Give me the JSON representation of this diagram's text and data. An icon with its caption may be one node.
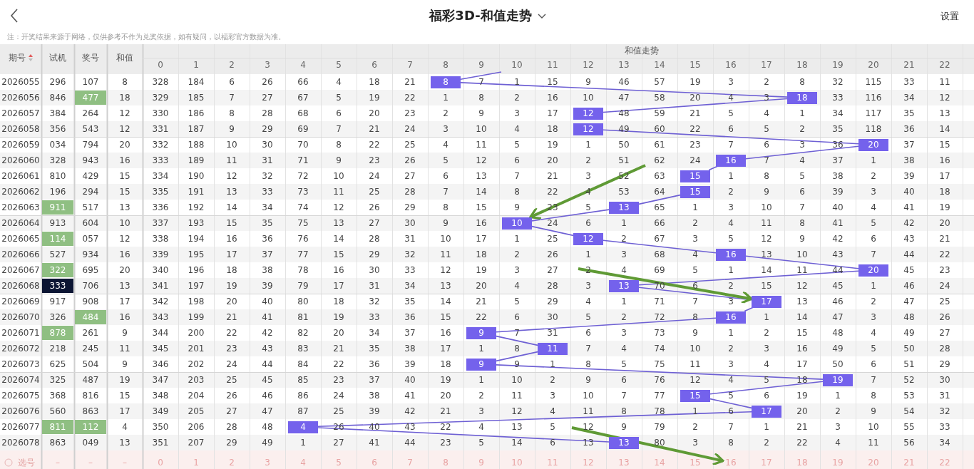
{
  "diagram": {
    "title": "福彩3D-和值走势",
    "nodes": [
      {
        "text": [
          "8"
        ]
      },
      {
        "text": [
          "18"
        ]
      },
      {
        "text": [
          "12"
        ]
      },
      {
        "text": [
          "12"
        ]
      },
      {
        "text": [
          "20"
        ]
      },
      {
        "text": [
          "16"
        ]
      },
      {
        "text": [
          "15"
        ]
      },
      {
        "text": [
          "15"
        ]
      },
      {
        "text": [
          "13"
        ]
      },
      {
        "text": [
          "10"
        ]
      },
      {
        "text": [
          "12"
        ]
      },
      {
        "text": [
          "16"
        ]
      },
      {
        "text": [
          "20"
        ]
      },
      {
        "text": [
          "13"
        ]
      },
      {
        "text": [
          "17"
        ]
      },
      {
        "text": [
          "16"
        ]
      },
      {
        "text": [
          "9"
        ]
      },
      {
        "text": [
          "11"
        ]
      },
      {
        "text": [
          "9"
        ]
      },
      {
        "text": [
          "19"
        ]
      },
      {
        "text": [
          "15"
        ]
      },
      {
        "text": [
          "17"
        ]
      },
      {
        "text": [
          "4"
        ]
      },
      {
        "text": [
          "13"
        ]
      },
      {
        "text": [
          "16"
        ]
      }
    ],
    "edges": [
      {
        "from": null,
        "to": 0,
        "arrow": "none"
      },
      {
        "from": 0,
        "to": 1,
        "arrow": "none"
      },
      {
        "from": 1,
        "to": 2,
        "arrow": "none"
      },
      {
        "from": 3,
        "to": 4,
        "arrow": "none"
      },
      {
        "from": 4,
        "to": 5,
        "arrow": "none"
      },
      {
        "from": 5,
        "to": 6,
        "arrow": "none"
      },
      {
        "from": 7,
        "to": 8,
        "arrow": "none"
      },
      {
        "from": 8,
        "to": 9,
        "arrow": "none"
      },
      {
        "from": 9,
        "to": 10,
        "arrow": "none"
      },
      {
        "from": 10,
        "to": 11,
        "arrow": "none"
      },
      {
        "from": 11,
        "to": 12,
        "arrow": "none"
      },
      {
        "from": 12,
        "to": 13,
        "arrow": "none"
      },
      {
        "from": 13,
        "to": 14,
        "arrow": "none"
      },
      {
        "from": 14,
        "to": 15,
        "arrow": "none"
      },
      {
        "from": 15,
        "to": 16,
        "arrow": "none"
      },
      {
        "from": 16,
        "to": 17,
        "arrow": "none"
      },
      {
        "from": 17,
        "to": 18,
        "arrow": "none"
      },
      {
        "from": 18,
        "to": 19,
        "arrow": "none"
      },
      {
        "from": 19,
        "to": 20,
        "arrow": "none"
      },
      {
        "from": 20,
        "to": 21,
        "arrow": "none"
      },
      {
        "from": 21,
        "to": 22,
        "arrow": "none"
      },
      {
        "from": 22,
        "to": 23,
        "arrow": "none"
      },
      {
        "from": null,
        "to": 9,
        "arrow": "to",
        "style": "thick",
        "color": "#5f9a35"
      },
      {
        "from": null,
        "to": 14,
        "arrow": "to",
        "style": "thick",
        "color": "#5f9a35"
      },
      {
        "from": null,
        "to": 24,
        "arrow": "to",
        "style": "thick",
        "color": "#5f9a35"
      }
    ],
    "labels": [
      "设置",
      "注：开奖结果来源于网络，仅供参考不作为兑奖依据，如有疑问，以福彩官方数据为准。",
      "期号",
      "试机",
      "奖号",
      "和值",
      "和值走势",
      "0",
      "1",
      "2",
      "3",
      "4",
      "5",
      "6",
      "7",
      "8",
      "9",
      "10",
      "11",
      "12",
      "13",
      "14",
      "15",
      "16",
      "17",
      "18",
      "19",
      "20",
      "21",
      "22",
      "2026055",
      "296",
      "107",
      "8",
      "328",
      "184",
      "6",
      "26",
      "66",
      "4",
      "18",
      "21",
      "7",
      "1",
      "15",
      "9",
      "46",
      "57",
      "19",
      "3",
      "2",
      "8",
      "32",
      "115",
      "33",
      "11",
      "2026056",
      "846",
      "477",
      "18",
      "329",
      "185",
      "7",
      "27",
      "67",
      "5",
      "19",
      "22",
      "1",
      "8",
      "2",
      "16",
      "10",
      "47",
      "58",
      "20",
      "4",
      "3",
      "33",
      "116",
      "34",
      "12",
      "2026057",
      "384",
      "264",
      "12",
      "330",
      "186",
      "8",
      "28",
      "68",
      "6",
      "20",
      "23",
      "2",
      "9",
      "3",
      "17",
      "48",
      "59",
      "21",
      "5",
      "4",
      "1",
      "34",
      "117",
      "35",
      "13",
      "2026058",
      "356",
      "543",
      "12",
      "331",
      "187",
      "9",
      "29",
      "69",
      "7",
      "21",
      "24",
      "3",
      "10",
      "4",
      "18",
      "49",
      "60",
      "22",
      "6",
      "5",
      "2",
      "35",
      "118",
      "36",
      "14",
      "2026059",
      "034",
      "794",
      "20",
      "332",
      "188",
      "10",
      "30",
      "70",
      "8",
      "22",
      "25",
      "4",
      "11",
      "5",
      "19",
      "1",
      "50",
      "61",
      "23",
      "7",
      "6",
      "3",
      "36",
      "37",
      "15",
      "2026060",
      "328",
      "943",
      "16",
      "333",
      "189",
      "11",
      "31",
      "71",
      "9",
      "23",
      "26",
      "5",
      "12",
      "6",
      "20",
      "2",
      "51",
      "62",
      "24",
      "7",
      "4",
      "37",
      "1",
      "38",
      "16",
      "2026061",
      "810",
      "429",
      "15",
      "334",
      "190",
      "12",
      "32",
      "72",
      "10",
      "24",
      "27",
      "6",
      "13",
      "7",
      "21",
      "3",
      "52",
      "63",
      "1",
      "8",
      "5",
      "38",
      "2",
      "39",
      "17",
      "2026062",
      "196",
      "294",
      "15",
      "335",
      "191",
      "13",
      "33",
      "73",
      "11",
      "25",
      "28",
      "7",
      "14",
      "8",
      "22",
      "4",
      "53",
      "64",
      "2",
      "9",
      "6",
      "39",
      "3",
      "40",
      "18",
      "2026063",
      "911",
      "517",
      "13",
      "336",
      "192",
      "14",
      "34",
      "74",
      "12",
      "26",
      "29",
      "8",
      "15",
      "9",
      "23",
      "5",
      "65",
      "1",
      "3",
      "10",
      "7",
      "40",
      "4",
      "41",
      "19",
      "2026064",
      "913",
      "604",
      "10",
      "337",
      "193",
      "15",
      "35",
      "75",
      "13",
      "27",
      "30",
      "9",
      "16",
      "24",
      "6",
      "1",
      "66",
      "2",
      "4",
      "11",
      "8",
      "41",
      "5",
      "42",
      "20",
      "2026065",
      "114",
      "057",
      "12",
      "338",
      "194",
      "16",
      "36",
      "76",
      "14",
      "28",
      "31",
      "10",
      "17",
      "1",
      "25",
      "2",
      "67",
      "3",
      "5",
      "12",
      "9",
      "42",
      "6",
      "43",
      "21",
      "2026066",
      "527",
      "934",
      "16",
      "339",
      "195",
      "17",
      "37",
      "77",
      "15",
      "29",
      "32",
      "11",
      "18",
      "2",
      "26",
      "1",
      "3",
      "68",
      "4",
      "13",
      "10",
      "43",
      "7",
      "44",
      "22",
      "2026067",
      "322",
      "695",
      "20",
      "340",
      "196",
      "18",
      "38",
      "78",
      "16",
      "30",
      "33",
      "12",
      "19",
      "3",
      "27",
      "2",
      "4",
      "69",
      "5",
      "1",
      "14",
      "11",
      "44",
      "45",
      "23",
      "2026068",
      "333",
      "706",
      "13",
      "341",
      "197",
      "19",
      "39",
      "79",
      "17",
      "31",
      "34",
      "13",
      "20",
      "4",
      "28",
      "3",
      "70",
      "6",
      "2",
      "15",
      "12",
      "45",
      "1",
      "46",
      "24",
      "2026069",
      "917",
      "908",
      "17",
      "342",
      "198",
      "20",
      "40",
      "80",
      "18",
      "32",
      "35",
      "14",
      "21",
      "5",
      "29",
      "4",
      "1",
      "71",
      "7",
      "3",
      "13",
      "46",
      "2",
      "47",
      "25",
      "2026070",
      "326",
      "484",
      "16",
      "343",
      "199",
      "21",
      "41",
      "81",
      "19",
      "33",
      "36",
      "15",
      "22",
      "6",
      "30",
      "5",
      "2",
      "72",
      "8",
      "1",
      "14",
      "47",
      "3",
      "48",
      "26",
      "2026071",
      "878",
      "261",
      "9",
      "344",
      "200",
      "22",
      "42",
      "82",
      "20",
      "34",
      "37",
      "16",
      "7",
      "31",
      "6",
      "3",
      "73",
      "9",
      "1",
      "2",
      "15",
      "48",
      "4",
      "49",
      "27",
      "2026072",
      "218",
      "245",
      "11",
      "345",
      "201",
      "23",
      "43",
      "83",
      "21",
      "35",
      "38",
      "17",
      "1",
      "8",
      "7",
      "4",
      "74",
      "10",
      "2",
      "3",
      "16",
      "49",
      "5",
      "50",
      "28",
      "2026073",
      "625",
      "504",
      "9",
      "346",
      "202",
      "24",
      "44",
      "84",
      "22",
      "36",
      "39",
      "18",
      "9",
      "1",
      "8",
      "5",
      "75",
      "11",
      "3",
      "4",
      "17",
      "50",
      "6",
      "51",
      "29",
      "2026074",
      "325",
      "487",
      "19",
      "347",
      "203",
      "25",
      "45",
      "85",
      "23",
      "37",
      "40",
      "19",
      "1",
      "10",
      "2",
      "9",
      "6",
      "76",
      "12",
      "4",
      "5",
      "18",
      "7",
      "52",
      "30",
      "2026075",
      "368",
      "816",
      "15",
      "348",
      "204",
      "26",
      "46",
      "86",
      "24",
      "38",
      "41",
      "20",
      "2",
      "11",
      "3",
      "10",
      "7",
      "77",
      "5",
      "6",
      "19",
      "1",
      "8",
      "53",
      "31",
      "2026076",
      "560",
      "863",
      "17",
      "349",
      "205",
      "27",
      "47",
      "87",
      "25",
      "39",
      "42",
      "21",
      "3",
      "12",
      "4",
      "11",
      "8",
      "78",
      "1",
      "6",
      "20",
      "2",
      "9",
      "54",
      "32",
      "2026077",
      "811",
      "112",
      "4",
      "350",
      "206",
      "28",
      "48",
      "26",
      "40",
      "43",
      "22",
      "4",
      "13",
      "5",
      "12",
      "9",
      "79",
      "2",
      "7",
      "1",
      "21",
      "3",
      "10",
      "55",
      "33",
      "2026078",
      "863",
      "049",
      "13",
      "351",
      "207",
      "29",
      "49",
      "1",
      "27",
      "41",
      "44",
      "23",
      "5",
      "14",
      "6",
      "13",
      "80",
      "3",
      "8",
      "2",
      "22",
      "4",
      "11",
      "56",
      "34",
      "选号",
      "–",
      "–",
      "–",
      "0",
      "1",
      "2",
      "3",
      "4",
      "5",
      "6",
      "7",
      "8",
      "9",
      "10",
      "11",
      "12",
      "13",
      "14",
      "15",
      "17",
      "18",
      "19",
      "20",
      "21",
      "22"
    ]
  }
}
